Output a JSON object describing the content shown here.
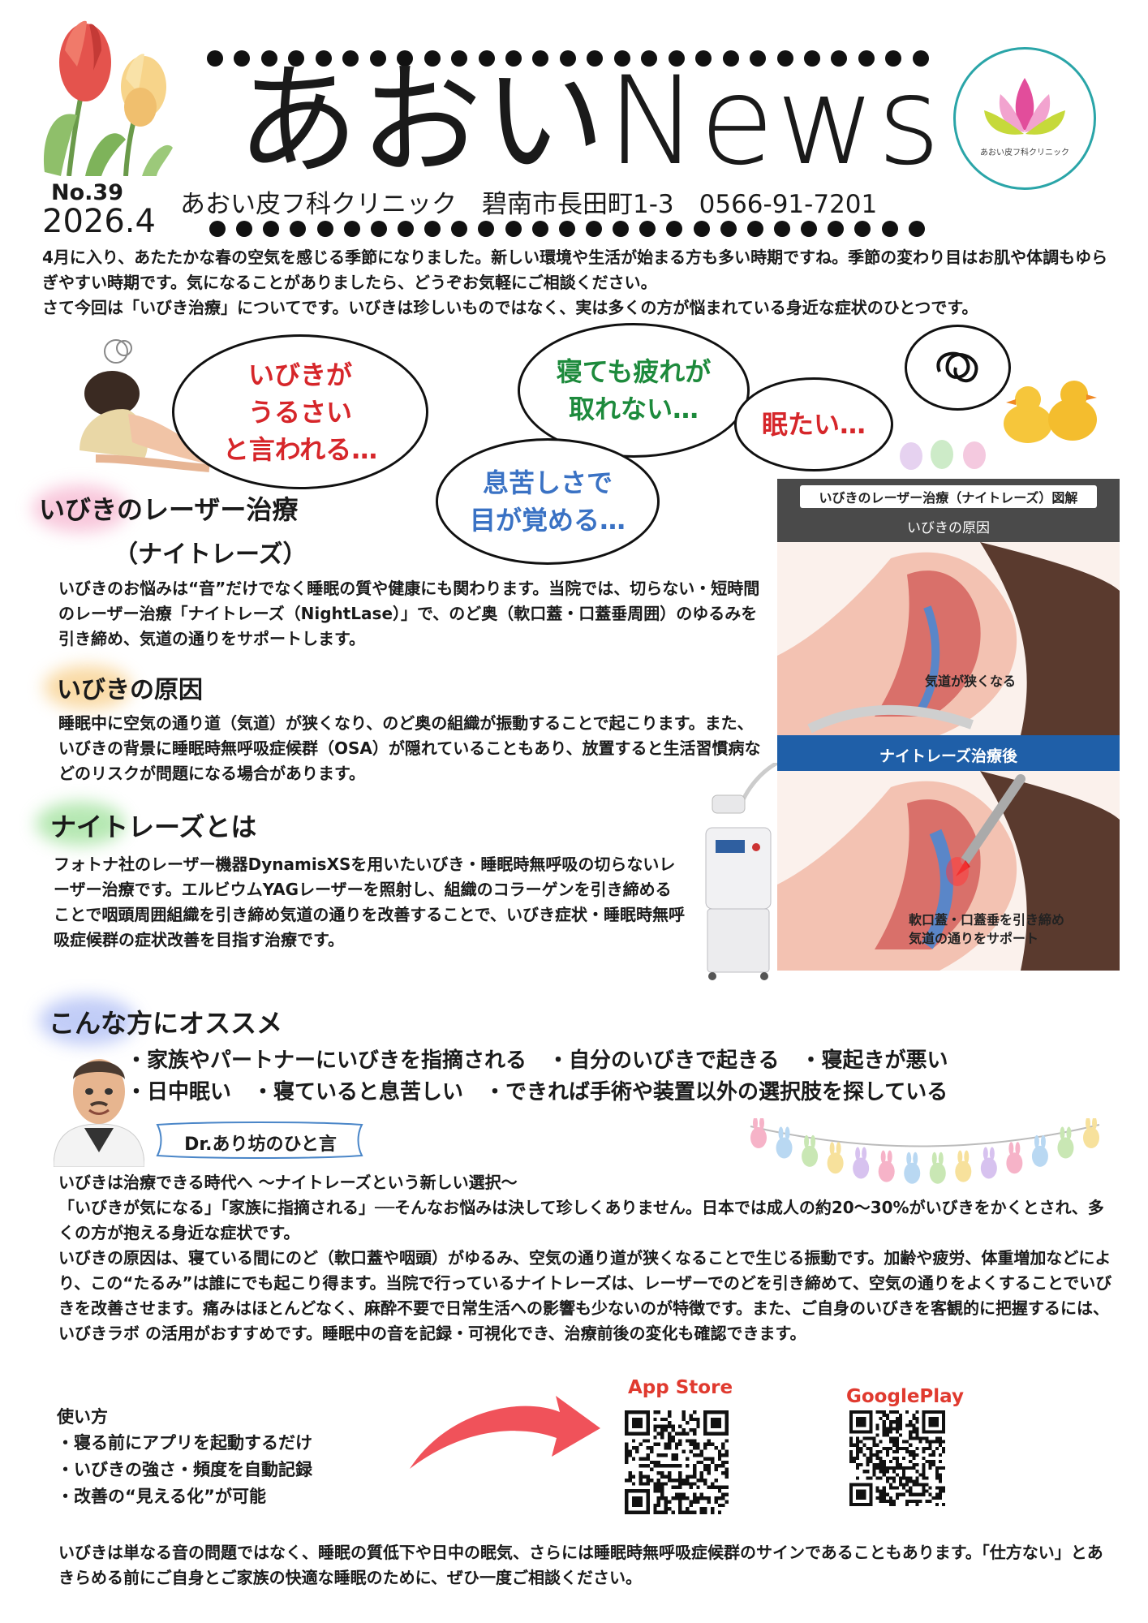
{
  "header": {
    "title": "あおいNews",
    "issue_no": "No.39",
    "issue_date": "2026.4",
    "clinic_line": "あおい皮フ科クリニック　碧南市長田町1-3　0566-91-7201",
    "logo_text": "あおい皮フ科クリニック"
  },
  "intro": {
    "line1": "4月に入り、あたたかな春の空気を感じる季節になりました。新しい環境や生活が始まる方も多い時期ですね。季節の変わり目はお肌や体調もゆらぎやすい時期です。気になることがありましたら、どうぞお気軽にご相談ください。",
    "line2": "さて今回は「いびき治療」についてです。いびきは珍しいものではなく、実は多くの方が悩まれている身近な症状のひとつです。"
  },
  "bubbles": {
    "b1": "いびきが\nうるさい\nと言われる…",
    "b2": "寝ても疲れが\n取れない…",
    "b3": "眠たい…",
    "b4": "息苦しさで\n目が覚める…"
  },
  "section_laser": {
    "title": "いびきのレーザー治療",
    "subtitle": "（ナイトレーズ）",
    "body": "いびきのお悩みは“音”だけでなく睡眠の質や健康にも関わります。当院では、切らない・短時間のレーザー治療「ナイトレーズ（NightLase）」で、のど奥（軟口蓋・口蓋垂周囲）のゆるみを引き締め、気道の通りをサポートします。"
  },
  "section_cause": {
    "title": "いびきの原因",
    "body": "睡眠中に空気の通り道（気道）が狭くなり、のど奥の組織が振動することで起こります。また、いびきの背景に睡眠時無呼吸症候群（OSA）が隠れていることもあり、放置すると生活習慣病などのリスクが問題になる場合があります。"
  },
  "section_nightlase": {
    "title": "ナイトレーズとは",
    "body": "フォトナ社のレーザー機器DynamisXSを用いたいびき・睡眠時無呼吸の切らないレーザー治療です。エルビウムYAGレーザーを照射し、組織のコラーゲンを引き締めることで咽頭周囲組織を引き締め気道の通りを改善することで、いびき症状・睡眠時無呼吸症候群の症状改善を目指す治療です。"
  },
  "diagram": {
    "header_title": "いびきのレーザー治療（ナイトレーズ）図解",
    "before_label": "いびきの原因",
    "before_caption": "気道が狭くなる",
    "after_label": "ナイトレーズ治療後",
    "after_caption_1": "軟口蓋・口蓋垂を引き締め",
    "after_caption_2": "気道の通りをサポート"
  },
  "recommend": {
    "title": "こんな方にオススメ",
    "row1": "・家族やパートナーにいびきを指摘される　・自分のいびきで起きる　・寝起きが悪い",
    "row2": "・日中眠い　・寝ていると息苦しい　・できれば手術や装置以外の選択肢を探している"
  },
  "doctor": {
    "label": "Dr.あり坊のひと言",
    "headline": "いびきは治療できる時代へ ～ナイトレーズという新しい選択～",
    "para1": "「いびきが気になる」「家族に指摘される」──そんなお悩みは決して珍しくありません。日本では成人の約20〜30%がいびきをかくとされ、多くの方が抱える身近な症状です。",
    "para2": "いびきの原因は、寝ている間にのど（軟口蓋や咽頭）がゆるみ、空気の通り道が狭くなることで生じる振動です。加齢や疲労、体重増加などにより、この“たるみ”は誰にでも起こり得ます。当院で行っているナイトレーズは、レーザーでのどを引き締めて、空気の通りをよくすることでいびきを改善させます。痛みはほとんどなく、麻酔不要で日常生活への影響も少ないのが特徴です。また、ご自身のいびきを客観的に把握するには、いびきラボ の活用がおすすめです。睡眠中の音を記録・可視化でき、治療前後の変化も確認できます。"
  },
  "usage": {
    "title": "使い方",
    "items": [
      "・寝る前にアプリを起動するだけ",
      "・いびきの強さ・頻度を自動記録",
      "・改善の“見える化”が可能"
    ]
  },
  "stores": {
    "app_store": "App Store",
    "google_play": "GooglePlay"
  },
  "closing": "いびきは単なる音の問題ではなく、睡眠の質低下や日中の眠気、さらには睡眠時無呼吸症候群のサインであることもあります。「仕方ない」とあきらめる前にご自身とご家族の快適な睡眠のために、ぜひ一度ご相談ください。",
  "colors": {
    "red_text": "#d6262a",
    "green_text": "#1d8a3c",
    "blue_text": "#3a72c4",
    "store_red": "#e03a2f",
    "diagram_dark": "#4a4a4a",
    "diagram_blue": "#1f5fa8",
    "arrow": "#f0525a"
  }
}
